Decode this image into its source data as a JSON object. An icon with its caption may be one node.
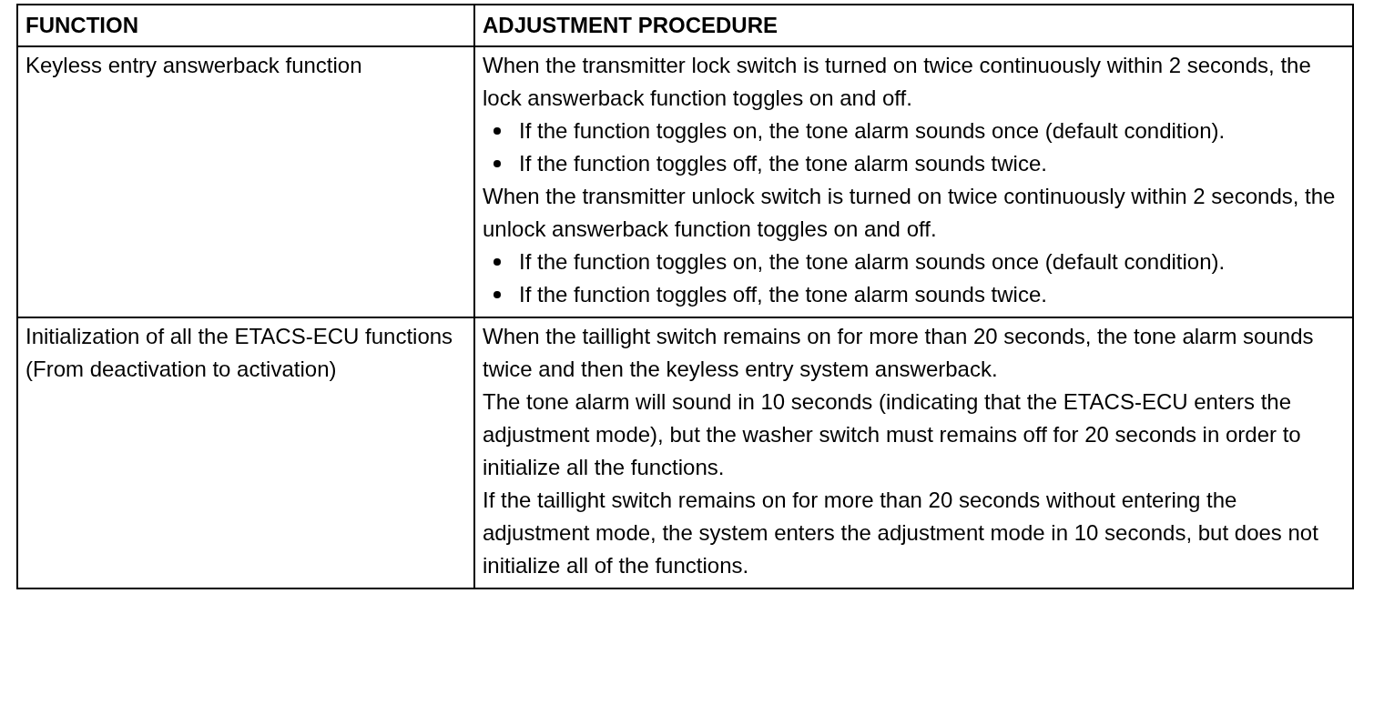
{
  "diagram": {
    "labels": [
      "FUNCTION",
      "ADJUSTMENT PROCEDURE",
      "Keyless entry answerback function",
      "When the transmitter lock switch is turned on twice continuously within 2 seconds, the lock answerback function toggles on and off.",
      "If the function toggles on, the tone alarm sounds once (default condition).",
      "If the function toggles off, the tone alarm sounds twice.",
      "When the transmitter unlock switch is turned on twice continuously within 2 seconds, the unlock answerback function toggles on and off.",
      "If the function toggles on, the tone alarm sounds once (default condition).",
      "If the function toggles off, the tone alarm sounds twice.",
      "Initialization of all the ETACS-ECU functions (From deactivation to activation)",
      "When the taillight switch remains on for more than 20 seconds, the tone alarm sounds twice and then the keyless entry system answerback.",
      "The tone alarm will sound in 10 seconds (indicating that the ETACS-ECU enters the adjustment mode), but the washer switch must remains off for 20 seconds in order to initialize all the functions.",
      "If the taillight switch remains on for more than 20 seconds without entering the adjustment mode, the system enters the adjustment mode in 10 seconds, but does not initialize all of the functions."
    ]
  }
}
